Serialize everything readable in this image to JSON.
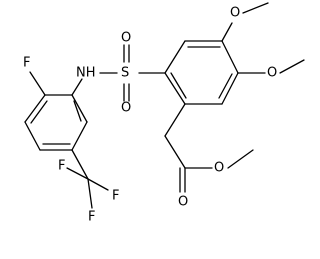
{
  "molecule": {
    "atoms": {
      "f_ring": "F",
      "nh": "NH",
      "s": "S",
      "o_s_top": "O",
      "o_s_bottom": "O",
      "o_methoxy_top": "O",
      "o_methoxy_bottom": "O",
      "o_ester_single": "O",
      "o_ester_double": "O",
      "f_cf3_top": "F",
      "f_cf3_left": "F",
      "f_cf3_right": "F"
    }
  }
}
